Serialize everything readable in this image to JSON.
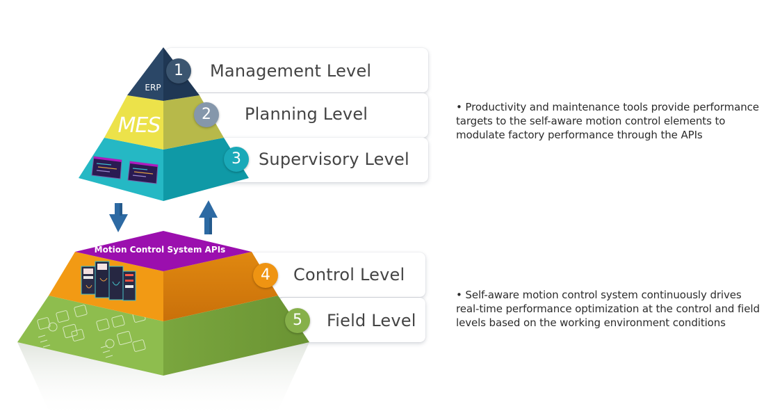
{
  "levels": [
    {
      "number": "1",
      "label": "Management Level",
      "color": "#3b5570"
    },
    {
      "number": "2",
      "label": "Planning Level",
      "color": "#8597ab"
    },
    {
      "number": "3",
      "label": "Supervisory Level",
      "color": "#1aa9b8"
    },
    {
      "number": "4",
      "label": "Control Level",
      "color": "#ef9412"
    },
    {
      "number": "5",
      "label": "Field Level",
      "color": "#86b04a"
    }
  ],
  "pyramid": {
    "erp_label": "ERP",
    "mes_label": "MES",
    "api_label": "Motion Control System APIs",
    "colors": {
      "erp_left": "#2b4767",
      "erp_right": "#1f3754",
      "mes_left": "#ece24a",
      "mes_right": "#b7b94a",
      "sup_left": "#25b8c4",
      "sup_right": "#0f99a6",
      "api_top": "#9b0fae",
      "ctrl_left": "#f29a14",
      "ctrl_right": "#d47a0a",
      "field_left": "#8ebd4e",
      "field_right": "#6c9634",
      "arrow": "#2d6aa3"
    }
  },
  "notes": [
    "• Productivity and maintenance tools provide performance targets to the self-aware motion control elements to modulate factory performance through the APIs",
    "• Self-aware motion control system continuously drives real-time performance optimization at the control and field levels based on the working environment conditions"
  ]
}
